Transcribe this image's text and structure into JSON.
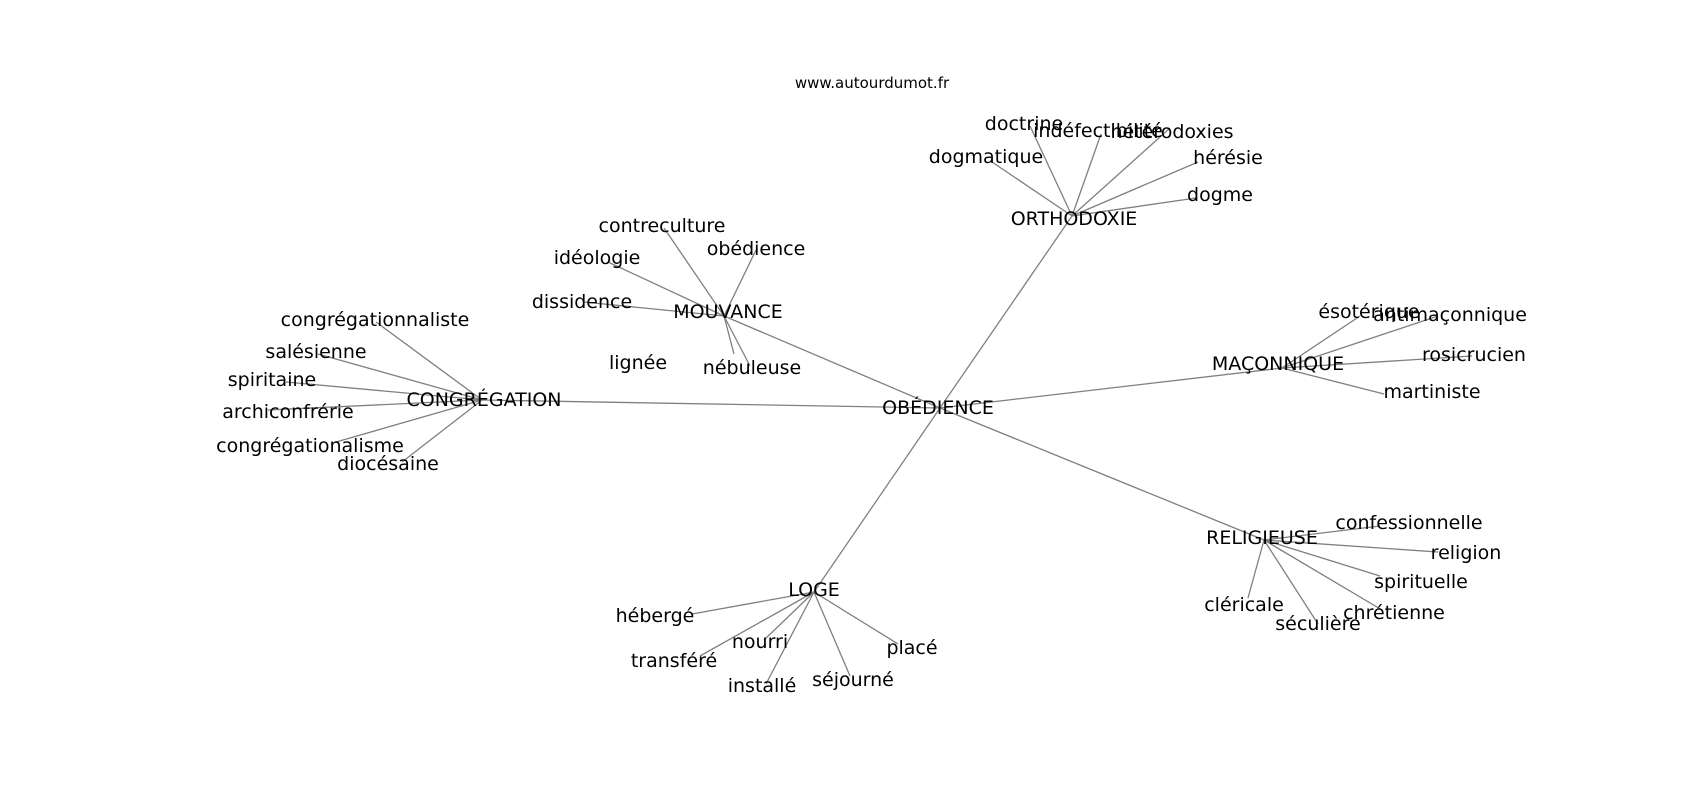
{
  "site": "www.autourdumot.fr",
  "center": "OBÉDIENCE",
  "clusters": [
    {
      "hub": "ORTHODOXIE",
      "words": [
        "doctrine",
        "indéfectibilité",
        "hétérodoxies",
        "hérésie",
        "dogme",
        "dogmatique"
      ]
    },
    {
      "hub": "MOUVANCE",
      "words": [
        "contreculture",
        "obédience",
        "idéologie",
        "dissidence",
        "lignée",
        "nébuleuse"
      ]
    },
    {
      "hub": "CONGRÉGATION",
      "words": [
        "congrégationnaliste",
        "salésienne",
        "spiritaine",
        "archiconfrérie",
        "congrégationalisme",
        "diocésaine"
      ]
    },
    {
      "hub": "MAÇONNIQUE",
      "words": [
        "ésotérique",
        "antimaçonnique",
        "rosicrucien",
        "martiniste"
      ]
    },
    {
      "hub": "RELIGIEUSE",
      "words": [
        "confessionnelle",
        "religion",
        "spirituelle",
        "chrétienne",
        "séculière",
        "cléricale"
      ]
    },
    {
      "hub": "LOGE",
      "words": [
        "hébergé",
        "transféré",
        "nourri",
        "installé",
        "séjourné",
        "placé"
      ]
    }
  ]
}
